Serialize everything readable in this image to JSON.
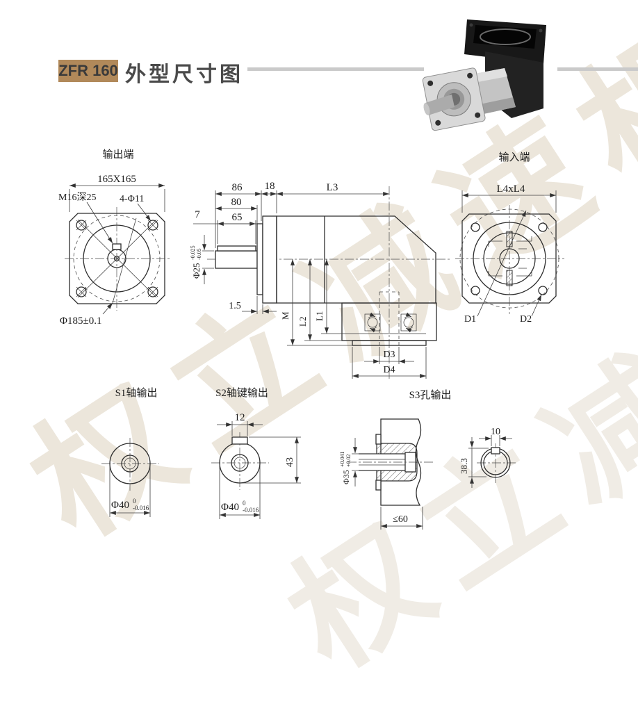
{
  "header": {
    "model": "ZFR 160",
    "title": "外型尺寸图"
  },
  "watermark": {
    "text": "权立减速机"
  },
  "colors": {
    "accent_tan": "#b1895a",
    "rule_gray": "#cacaca",
    "line": "#2e2e2e",
    "watermark": "#c4b492"
  },
  "output_view": {
    "title": "输出端",
    "square": "165X165",
    "tap": "M16深25",
    "holes": "4-Φ11",
    "bolt_circle": "Φ185±0.1"
  },
  "side_view": {
    "d86": "86",
    "d18": "18",
    "l3": "L3",
    "d80": "80",
    "d65": "65",
    "d7": "7",
    "shaft_dia": "Φ25",
    "shaft_tol_up": "-0.025",
    "shaft_tol_low": "-0.05",
    "d15": "1.5",
    "m": "M",
    "l2": "L2",
    "l1": "L1",
    "d3": "D3",
    "d4": "D4"
  },
  "input_view": {
    "title": "输入端",
    "square": "L4xL4",
    "d1": "D1",
    "d2": "D2"
  },
  "s1": {
    "title": "S1轴输出",
    "dia": "Φ40",
    "tol_up": "0",
    "tol_low": "-0.016"
  },
  "s2": {
    "title": "S2轴键输出",
    "key_w": "12",
    "h": "43",
    "dia": "Φ40",
    "tol_up": "0",
    "tol_low": "-0.016"
  },
  "s3": {
    "title": "S3孔输出",
    "bore": "Φ35",
    "tol_up": "+0.041",
    "tol_low": "+0.02",
    "len": "≤60",
    "key_w": "10",
    "key_h": "38.3"
  }
}
